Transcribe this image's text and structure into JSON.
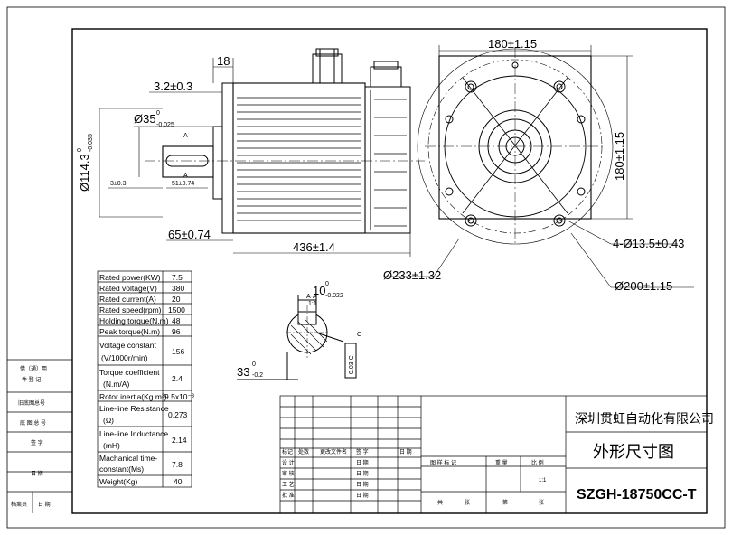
{
  "dimensions": {
    "d18": "18",
    "d3_2": "3.2±0.3",
    "shaft_dia_base": "Ø35",
    "shaft_dia_tol_up": "0",
    "shaft_dia_tol_dn": "-0.025",
    "spigot_dia_base": "Ø114.3",
    "spigot_tol_up": "0",
    "spigot_tol_dn": "-0.035",
    "d3": "3±0.3",
    "d51": "51±0.74",
    "section_a": "A",
    "d65": "65±0.74",
    "d436": "436±1.4",
    "flange_180_h": "180±1.15",
    "flange_180_v": "180±1.15",
    "holes": "4-Ø13.5±0.43",
    "pcd233": "Ø233±1.32",
    "pilot200": "Ø200±1.15",
    "key_base": "10",
    "key_tol_up": "0",
    "key_tol_dn": "-0.022",
    "key_section": "A-A",
    "key_scale": "1:1",
    "key_depth_base": "33",
    "key_depth_tol_up": "0",
    "key_depth_tol_dn": "-0.2",
    "gdt_label": "0.03 C",
    "datum": "C"
  },
  "specs": [
    {
      "label": "Rated power(KW)",
      "value": "7.5"
    },
    {
      "label": "Rated voltage(V)",
      "value": "380"
    },
    {
      "label": "Rated current(A)",
      "value": "20"
    },
    {
      "label": "Rated speed(rpm)",
      "value": "1500"
    },
    {
      "label": "Holding torque(N.m)",
      "value": "48"
    },
    {
      "label": "Peak torque(N.m)",
      "value": "96"
    },
    {
      "label": "Voltage constant",
      "label2": "(V/1000r/min)",
      "value": "156"
    },
    {
      "label": "Torque coefficient",
      "label2": "(N.m/A)",
      "value": "2.4"
    },
    {
      "label": "Rotor inertia(Kg.m²)",
      "value": "9.5x10⁻³"
    },
    {
      "label": "Line-line Resistance",
      "label2": "(Ω)",
      "value": "0.273"
    },
    {
      "label": "Line-line Inductance",
      "label2": "(mH)",
      "value": "2.14"
    },
    {
      "label": "Machanical time-",
      "label2": "constant(Ms)",
      "value": "7.8"
    },
    {
      "label": "Weight(Kg)",
      "value": "40"
    }
  ],
  "side_labels": {
    "l1": "借（通）用",
    "l2": "件 登 记",
    "l3": "旧底图总号",
    "l4": "底 图 总 号",
    "l5": "签 字",
    "l6": "日 期",
    "l7a": "档案员",
    "l7b": "日 期"
  },
  "title_block": {
    "company": "深圳贯虹自动化有限公司",
    "drawing_name": "外形尺寸图",
    "model": "SZGH-18750CC-T",
    "rev_mark": "标记",
    "rev_count": "处数",
    "rev_file": "更改文件名",
    "rev_sign": "签 字",
    "rev_date": "日 期",
    "design": "设 计",
    "check": "审 核",
    "process": "工 艺",
    "approve": "批 准",
    "date": "日 期",
    "stage_mark": "图 样 标 记",
    "weight": "重 量",
    "scale": "比 例",
    "scale_value": "1:1",
    "total": "共",
    "sheets": "张",
    "sheet_no": "第",
    "sheet": "张"
  }
}
